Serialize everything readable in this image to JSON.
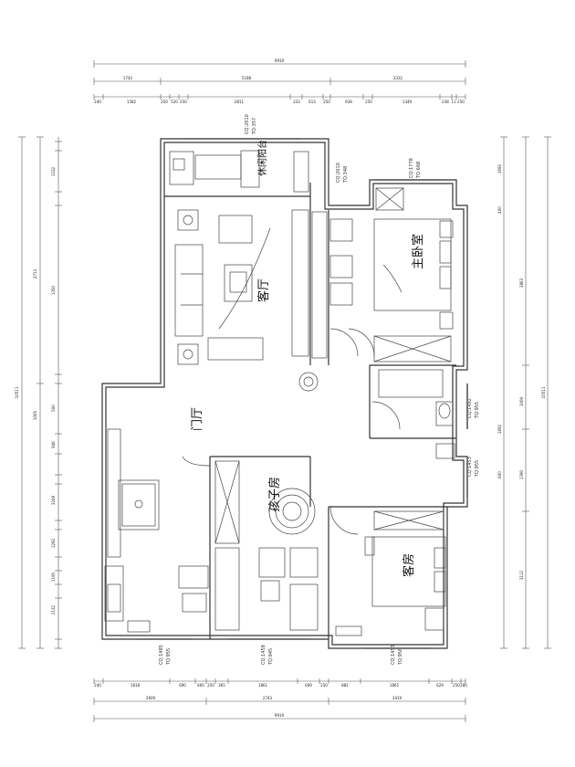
{
  "top_dims": {
    "overall": "9919",
    "row2": [
      "1742",
      "5188",
      "3332"
    ],
    "row3": [
      "240",
      "1582",
      "250",
      "520",
      "250",
      "2811",
      "333",
      "613",
      "250",
      "938",
      "250",
      "1349",
      "238",
      "11",
      "250"
    ]
  },
  "bottom_dims": {
    "row1": [
      "240",
      "1818",
      "690",
      "600",
      "250",
      "365",
      "1861",
      "609",
      "250",
      "881",
      "1865",
      "629",
      "250",
      "280"
    ],
    "row2": [
      "2609",
      "2743",
      "3419"
    ],
    "overall": "9919"
  },
  "left_dims": {
    "overall": "10511",
    "mid": [
      "4713",
      "1005"
    ],
    "seg": [
      "1232",
      "500",
      "946",
      "3209",
      "1292",
      "1195",
      "2132",
      "1350"
    ]
  },
  "right_dims": {
    "overall": "10511",
    "mid": [
      "3863",
      "1009",
      "1390",
      "3112"
    ],
    "seg": [
      "1692",
      "400",
      "1692",
      "600"
    ]
  },
  "rooms": {
    "living": "客厅",
    "master": "主卧室",
    "foyer": "门厅",
    "kids": "孩子房",
    "guest": "客房",
    "balcony": "休闲阳台"
  },
  "windows": [
    {
      "code": "CQ:2010",
      "sill": "TQ:357"
    },
    {
      "code": "CQ:2010",
      "sill": "TQ:348"
    },
    {
      "code": "CQ:1778",
      "sill": "TQ:668"
    },
    {
      "code": "CQ:1492",
      "sill": "TQ:955"
    },
    {
      "code": "CQ:1453",
      "sill": "TQ:955"
    },
    {
      "code": "CQ:1485",
      "sill": "TQ:955"
    },
    {
      "code": "CQ:1458",
      "sill": "TQ:945"
    },
    {
      "code": "CQ:1453",
      "sill": "TQ:958"
    }
  ]
}
